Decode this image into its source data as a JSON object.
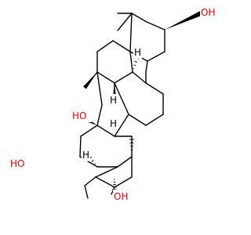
{
  "molecule": {
    "labels": {
      "hydroxyl_top": "OH",
      "hydroxyl_bottom": "OH",
      "hydroxyl_center": "HO",
      "hydroxymethyl": "HO",
      "h_upper_right": "H",
      "h_middle": "H",
      "h_center": "H",
      "h_bottom_left": "H"
    },
    "colors": {
      "oxygen": "#e8000b",
      "bond": "#000000"
    }
  }
}
